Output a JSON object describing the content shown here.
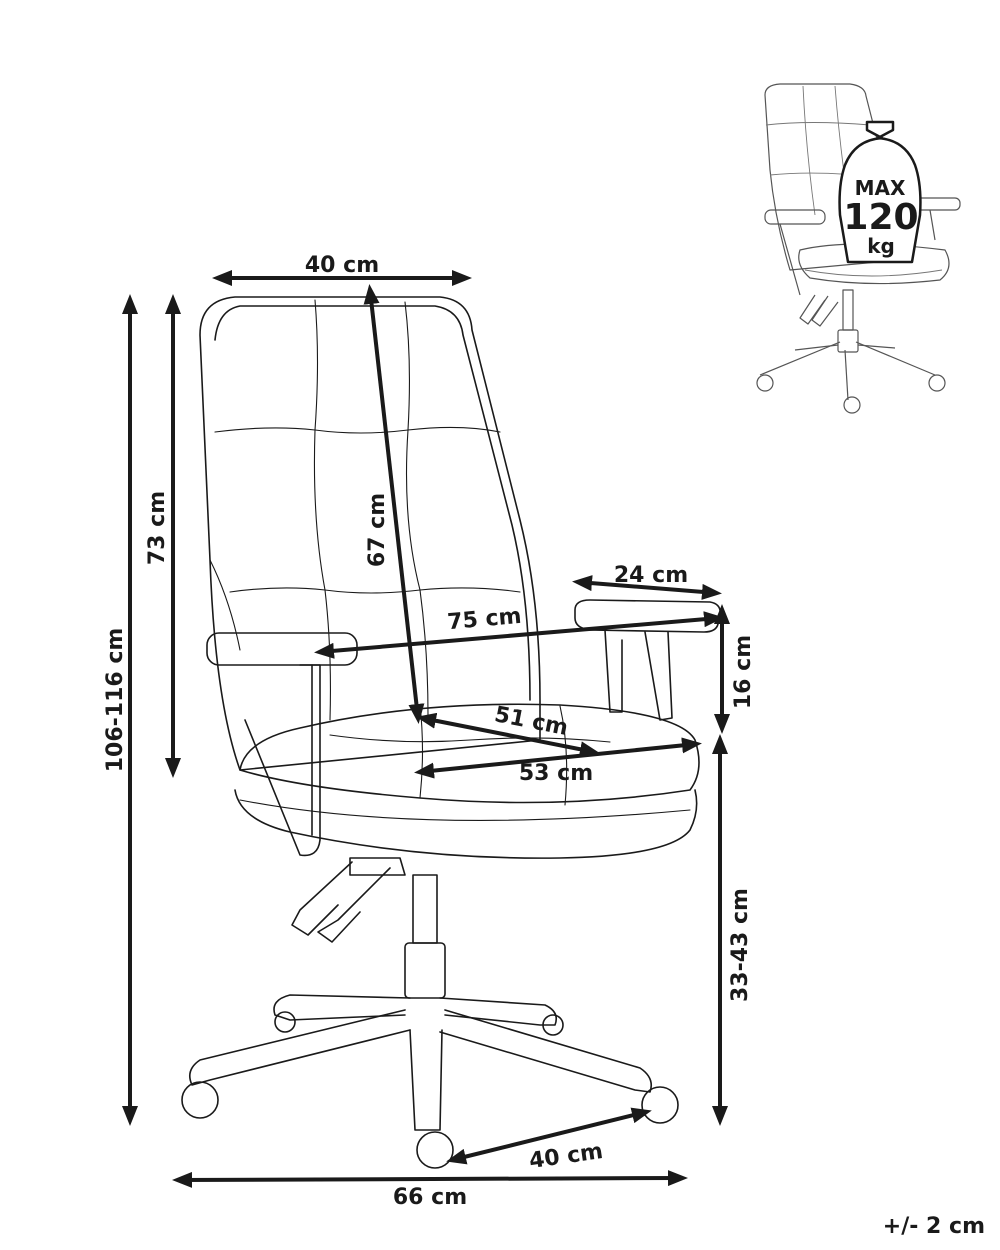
{
  "dimensions": {
    "overall_height": "106-116 cm",
    "back_height": "73 cm",
    "back_inner_height": "67 cm",
    "back_width": "40 cm",
    "armrest_length": "24 cm",
    "armrest_height": "16 cm",
    "arm_span": "75 cm",
    "seat_depth": "51 cm",
    "seat_width": "53 cm",
    "seat_height": "33-43 cm",
    "base_leg": "40 cm",
    "base_width": "66 cm"
  },
  "max_load": {
    "label": "MAX",
    "value": "120",
    "unit": "kg"
  },
  "tolerance": "+/- 2 cm",
  "colors": {
    "line": "#1a1a1a",
    "background": "#ffffff"
  }
}
